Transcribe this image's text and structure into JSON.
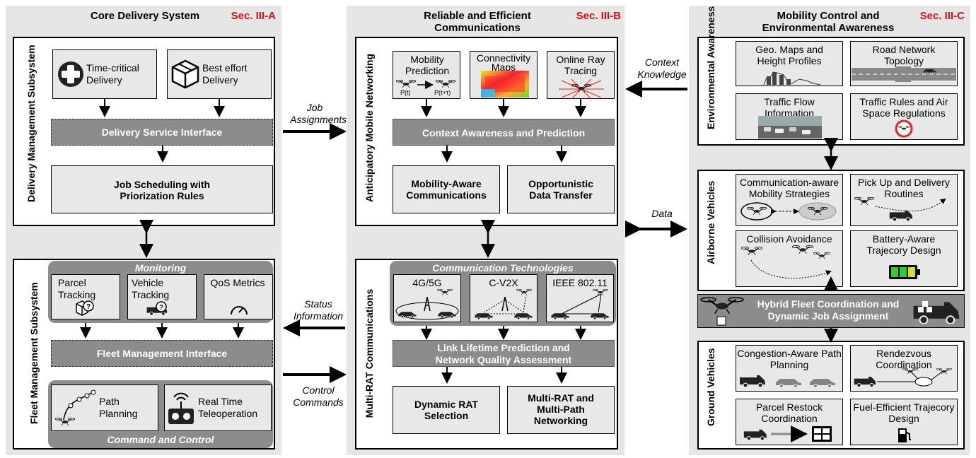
{
  "columns": {
    "left": {
      "title": "Core Delivery System",
      "sec": "Sec. III-A"
    },
    "middle": {
      "title": "Reliable and Efficient Communications",
      "sec": "Sec. III-B"
    },
    "right": {
      "title": "Mobility Control and Environmental Awareness",
      "sec": "Sec. III-C"
    }
  },
  "delivery_mgmt": {
    "label": "Delivery Management Subsystem",
    "time_critical": "Time-critical Delivery",
    "best_effort": "Best effort Delivery",
    "interface": "Delivery Service Interface",
    "scheduling": "Job Scheduling with Priorization Rules"
  },
  "fleet_mgmt": {
    "label": "Fleet Management Subsystem",
    "monitoring": "Monitoring",
    "parcel_tracking": "Parcel Tracking",
    "vehicle_tracking": "Vehicle Tracking",
    "qos_metrics": "QoS Metrics",
    "interface": "Fleet Management Interface",
    "path_planning": "Path Planning",
    "teleoperation": "Real Time Teleoperation",
    "command_control": "Command and Control"
  },
  "anticipatory": {
    "label": "Anticipatory Mobile Networking",
    "mobility_prediction": "Mobility Prediction",
    "p_t": "P(t)",
    "p_t_tau": "P(t+τ)",
    "connectivity_maps": "Connectivity Maps",
    "ray_tracing": "Online Ray Tracing",
    "context": "Context Awareness and Prediction",
    "mobility_aware": "Mobility-Aware Communications",
    "opportunistic": "Opportunistic Data Transfer"
  },
  "multi_rat": {
    "label": "Multi-RAT Communications",
    "technologies": "Communication Technologies",
    "lte": "4G/5G",
    "cv2x": "C-V2X",
    "wifi": "IEEE 802.11",
    "link_lifetime": "Link Lifetime Prediction and Network Quality Assessment",
    "dynamic_rat": "Dynamic RAT Selection",
    "multipath": "Multi-RAT and Multi-Path Networking"
  },
  "environment": {
    "label": "Environmental Awareness",
    "geo_maps": "Geo. Maps and Height Profiles",
    "road_network": "Road Network Topology",
    "traffic_flow": "Traffic Flow Information",
    "traffic_rules": "Traffic Rules and Air Space Regulations"
  },
  "airborne": {
    "label": "Airborne Vehicles",
    "comm_aware": "Communication-aware Mobility Strategies",
    "pickup": "Pick Up and Delivery Routines",
    "collision": "Collision Avoidance",
    "battery": "Battery-Aware Trajecory Design"
  },
  "hybrid": "Hybrid Fleet Coordination and Dynamic Job Assignment",
  "ground": {
    "label": "Ground Vehicles",
    "congestion": "Congestion-Aware Path Planning",
    "rendezvous": "Rendezvous Coordination",
    "restock": "Parcel Restock Coordination",
    "fuel": "Fuel-Efficient Trajecory Design"
  },
  "flows": {
    "job_assignments": "Job Assignments",
    "context_knowledge": "Context Knowledge",
    "data": "Data",
    "status_information": "Status Information",
    "control_commands": "Control Commands"
  },
  "colors": {
    "accent_red": "#dd1111",
    "dark_gray": "#8c8c8c",
    "light_gray": "#e6e6e6"
  }
}
